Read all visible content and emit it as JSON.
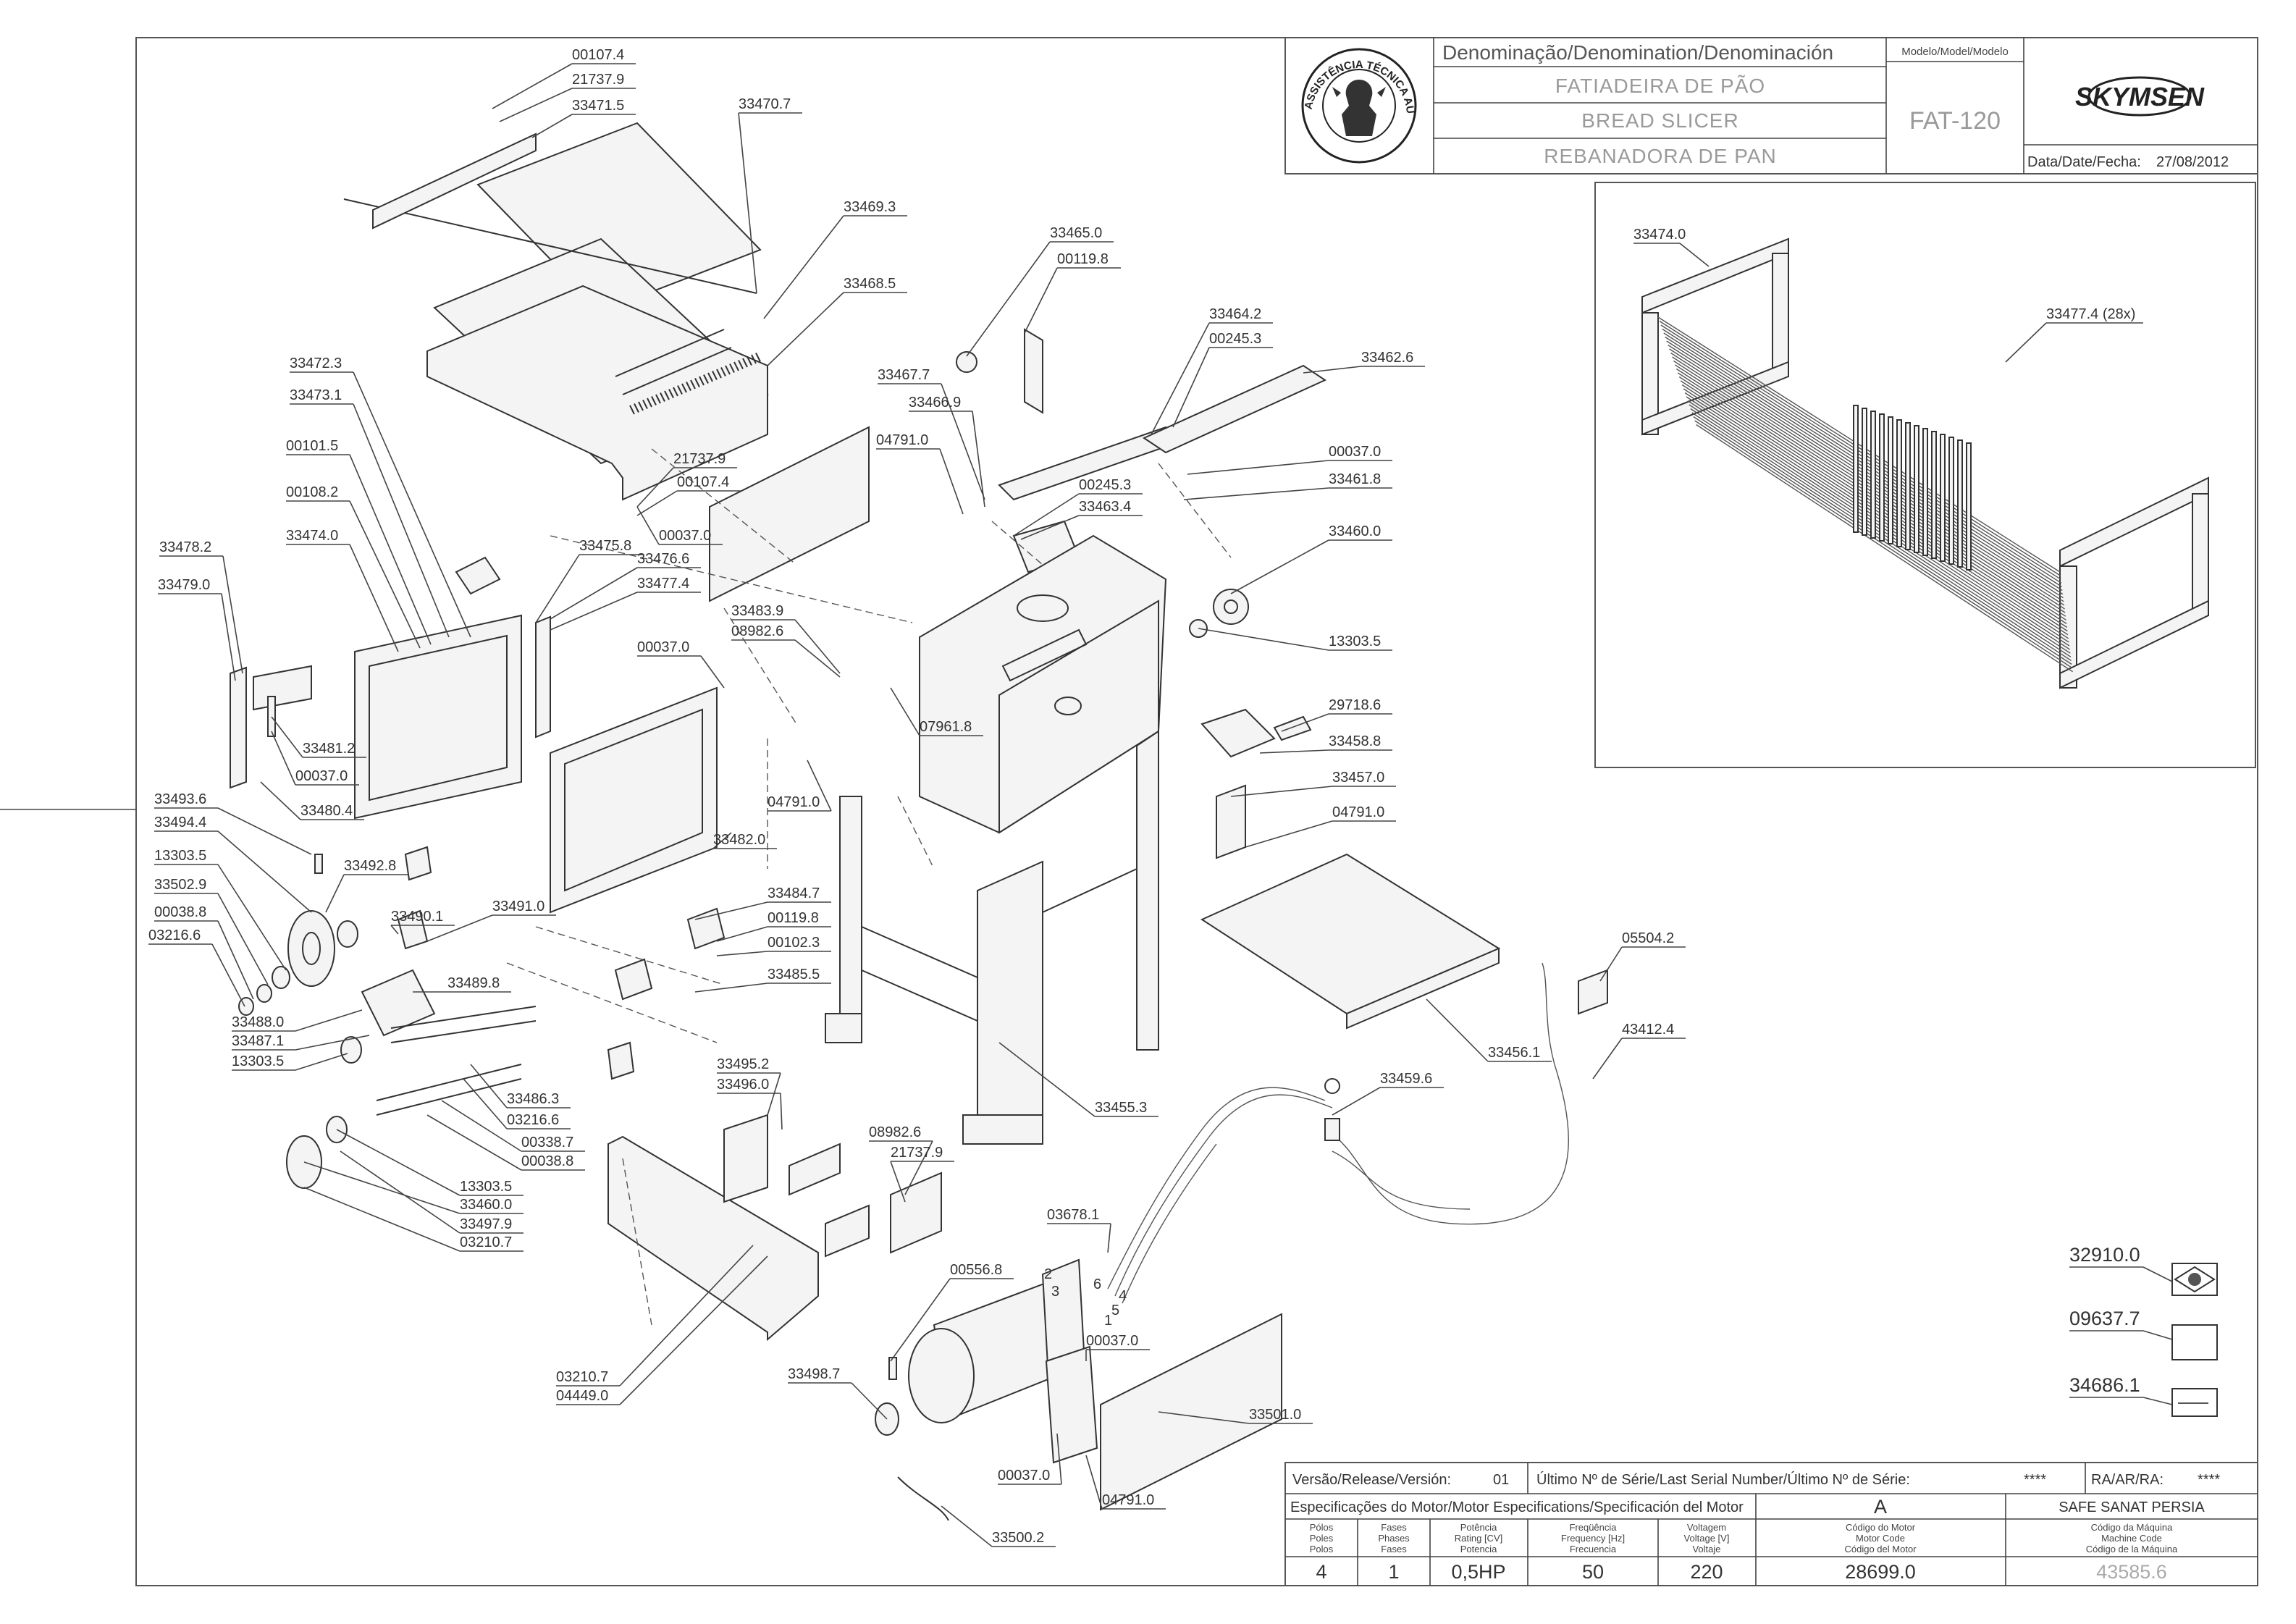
{
  "title_block": {
    "denomination_header": "Denominação/Denomination/Denominación",
    "name_pt": "FATIADEIRA DE PÃO",
    "name_en": "BREAD SLICER",
    "name_es": "REBANADORA DE PAN",
    "model_header": "Modelo/Model/Modelo",
    "model": "FAT-120",
    "brand": "SKYMSEN",
    "date_label": "Data/Date/Fecha:",
    "date": "27/08/2012",
    "seal_text": "ASSISTÊNCIA TÉCNICA AUTORIZADA"
  },
  "detail_view": {
    "labels": [
      "33474.0",
      "33477.4 (28x)"
    ]
  },
  "part_labels": [
    "00107.4",
    "21737.9",
    "33471.5",
    "33470.7",
    "33469.3",
    "33468.5",
    "33465.0",
    "00119.8",
    "33464.2",
    "00245.3",
    "33462.6",
    "33472.3",
    "33473.1",
    "00101.5",
    "00108.2",
    "33474.0",
    "33478.2",
    "33479.0",
    "21737.9",
    "00107.4",
    "00037.0",
    "33475.8",
    "33476.6",
    "33477.4",
    "33467.7",
    "33466.9",
    "04791.0",
    "00245.3",
    "33463.4",
    "00037.0",
    "33461.8",
    "33460.0",
    "13303.5",
    "33483.9",
    "08982.6",
    "00037.0",
    "07961.8",
    "29718.6",
    "33458.8",
    "33457.0",
    "04791.0",
    "33481.2",
    "00037.0",
    "33480.4",
    "33493.6",
    "33494.4",
    "13303.5",
    "33502.9",
    "00038.8",
    "03216.6",
    "33492.8",
    "33490.1",
    "33491.0",
    "33489.8",
    "33488.0",
    "33487.1",
    "13303.5",
    "33482.0",
    "04791.0",
    "33484.7",
    "00119.8",
    "00102.3",
    "33485.5",
    "33486.3",
    "03216.6",
    "00338.7",
    "00038.8",
    "13303.5",
    "33460.0",
    "33497.9",
    "03210.7",
    "33495.2",
    "33496.0",
    "08982.6",
    "21737.9",
    "33455.3",
    "33456.1",
    "05504.2",
    "43412.4",
    "33459.6",
    "03678.1",
    "00556.8",
    "00037.0",
    "33498.7",
    "33501.0",
    "00037.0",
    "04791.0",
    "33500.2",
    "03210.7",
    "04449.0"
  ],
  "wire_numbers": [
    "2",
    "3",
    "6",
    "4",
    "5",
    "1"
  ],
  "side_items": [
    {
      "code": "32910.0",
      "icon": "flag-brazil-icon"
    },
    {
      "code": "09637.7",
      "icon": "blank-label-icon"
    },
    {
      "code": "34686.1",
      "icon": "serial-plate-icon"
    }
  ],
  "bottom_table": {
    "version_label": "Versão/Release/Versión:",
    "version": "01",
    "serial_label": "Último Nº de Série/Last Serial Number/Último Nº de Série:",
    "serial": "****",
    "ra_label": "RA/AR/RA:",
    "ra": "****",
    "motor_spec_label": "Especificações do Motor/Motor Especifications/Specificación del Motor",
    "motor_letter": "A",
    "customer": "SAFE SANAT PERSIA",
    "headers": {
      "poles": [
        "Pólos",
        "Poles",
        "Polos"
      ],
      "phases": [
        "Fases",
        "Phases",
        "Fases"
      ],
      "power": [
        "Potência",
        "Rating [CV]",
        "Potencia"
      ],
      "frequency": [
        "Freqüência",
        "Frequency [Hz]",
        "Frecuencia"
      ],
      "voltage": [
        "Voltagem",
        "Voltage [V]",
        "Voltaje"
      ],
      "motor_code": [
        "Código do Motor",
        "Motor Code",
        "Código del Motor"
      ],
      "machine_code": [
        "Código da Máquina",
        "Machine Code",
        "Código de la Máquina"
      ]
    },
    "values": {
      "poles": "4",
      "phases": "1",
      "power": "0,5HP",
      "frequency": "50",
      "voltage": "220",
      "motor_code": "28699.0",
      "machine_code": "43585.6"
    }
  }
}
